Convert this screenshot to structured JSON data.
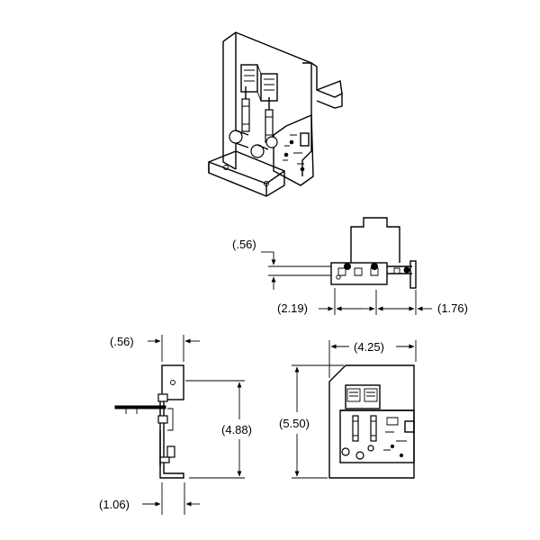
{
  "dimensions": {
    "top_view_height": "(.56)",
    "top_view_left_offset": "(2.19)",
    "top_view_right_offset": "(1.76)",
    "side_view_top_width": "(.56)",
    "side_view_height": "(4.88)",
    "side_view_bottom_width": "(1.06)",
    "front_view_width": "(4.25)",
    "front_view_height": "(5.50)"
  },
  "colors": {
    "line": "#000000",
    "background": "#ffffff"
  }
}
